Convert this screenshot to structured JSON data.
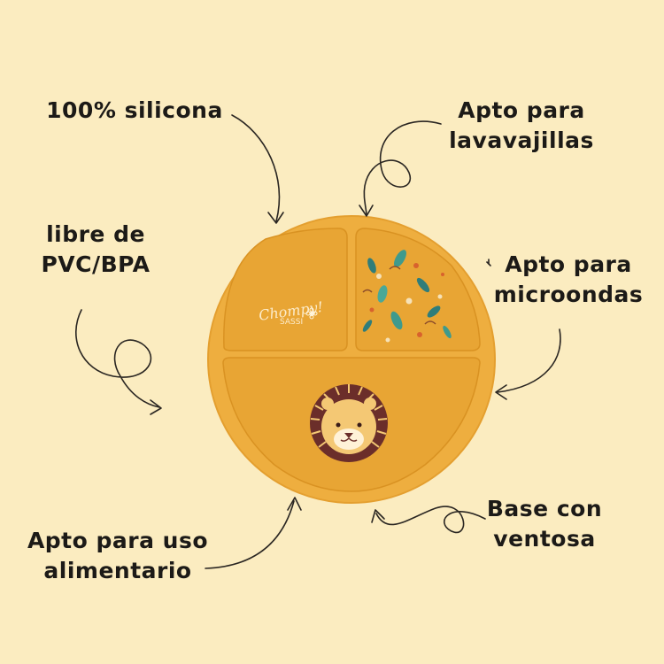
{
  "features": [
    {
      "id": "silicona",
      "lines": [
        "100% silicona"
      ]
    },
    {
      "id": "lavavajillas",
      "lines": [
        "Apto para",
        "lavavajillas"
      ]
    },
    {
      "id": "pvc",
      "lines": [
        "libre de",
        "PVC/BPA"
      ]
    },
    {
      "id": "microondas",
      "lines": [
        "Apto para",
        "microondas"
      ]
    },
    {
      "id": "ventosa",
      "lines": [
        "Base con",
        "ventosa"
      ]
    },
    {
      "id": "alimentario",
      "lines": [
        "Apto para uso",
        "alimentario"
      ]
    }
  ],
  "plate": {
    "brand_script": "Chompy!",
    "brand_name": "SASSI"
  },
  "colors": {
    "background": "#fbecc0",
    "plate": "#eeae3f",
    "plate_section": "#e8a534",
    "text": "#1c1a17"
  }
}
